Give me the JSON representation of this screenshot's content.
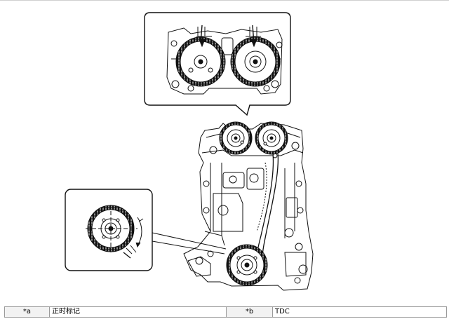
{
  "legend": {
    "rows": [
      {
        "a_key": "*a",
        "a_value": "正时标记",
        "b_key": "*b",
        "b_value": "TDC"
      }
    ]
  }
}
